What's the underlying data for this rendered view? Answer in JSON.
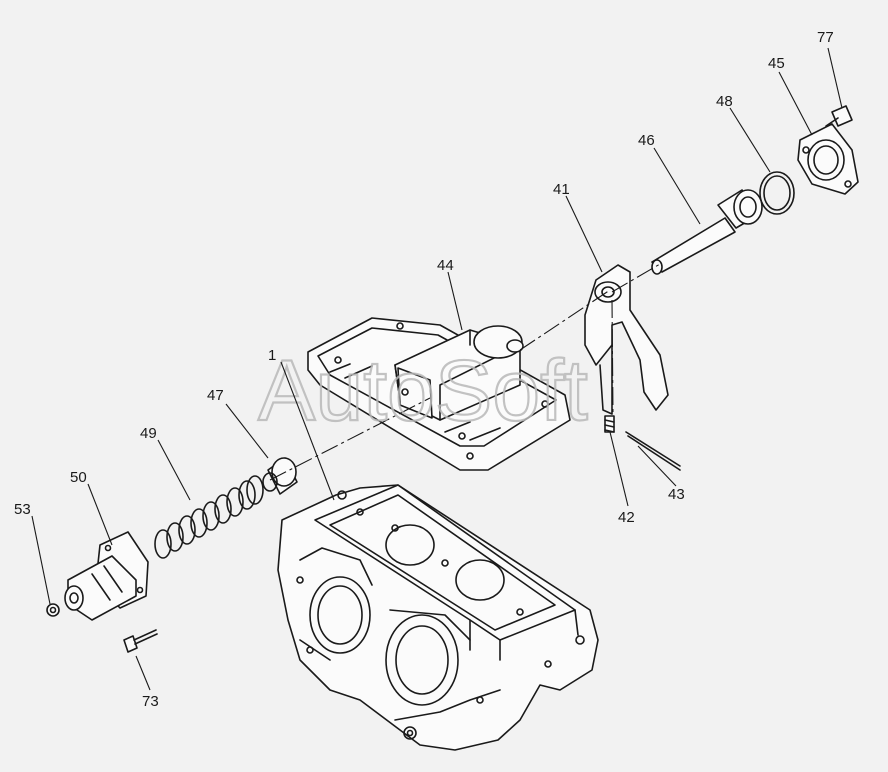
{
  "watermark": "AutoSoft",
  "callouts": {
    "c1": "1",
    "c41": "41",
    "c42": "42",
    "c43": "43",
    "c44": "44",
    "c45": "45",
    "c46": "46",
    "c47": "47",
    "c48": "48",
    "c49": "49",
    "c50": "50",
    "c53": "53",
    "c73": "73",
    "c77": "77"
  }
}
